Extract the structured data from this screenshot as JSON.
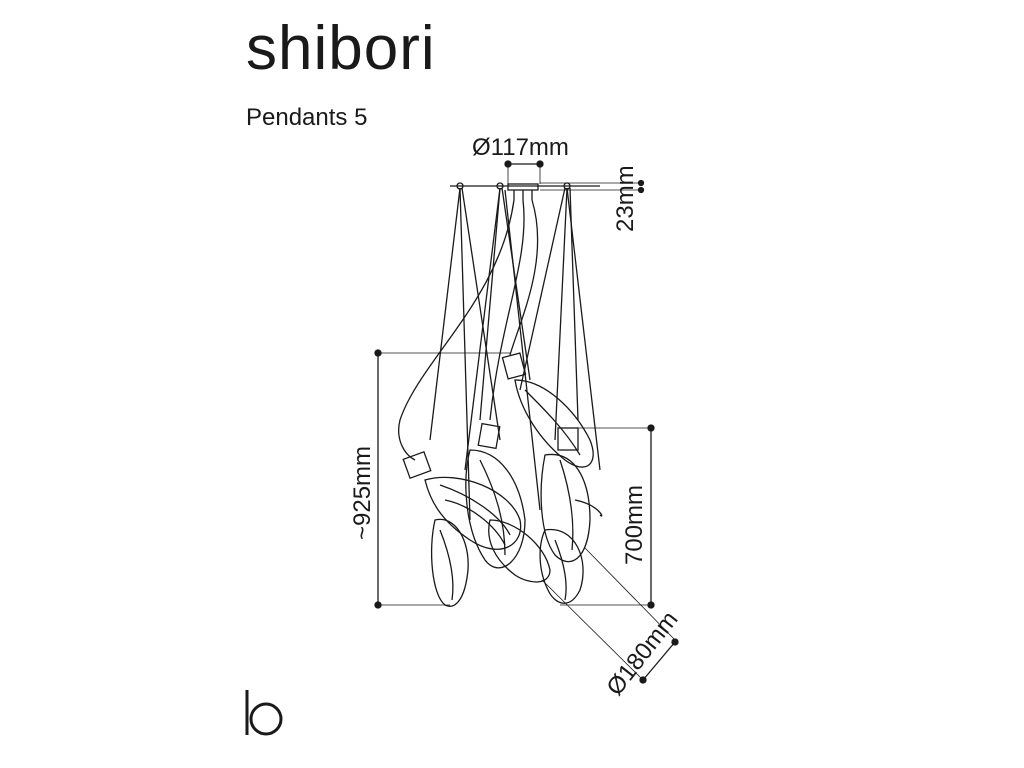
{
  "header": {
    "brand": "shibori",
    "subtitle": "Pendants 5"
  },
  "dimensions": {
    "canopy_diameter": "Ø117mm",
    "canopy_height": "23mm",
    "overall_height": "~925mm",
    "cluster_height": "700mm",
    "shade_diameter": "Ø180mm"
  },
  "logo": {
    "mark": "b"
  },
  "colors": {
    "line": "#1a1a1a",
    "background": "#ffffff"
  }
}
